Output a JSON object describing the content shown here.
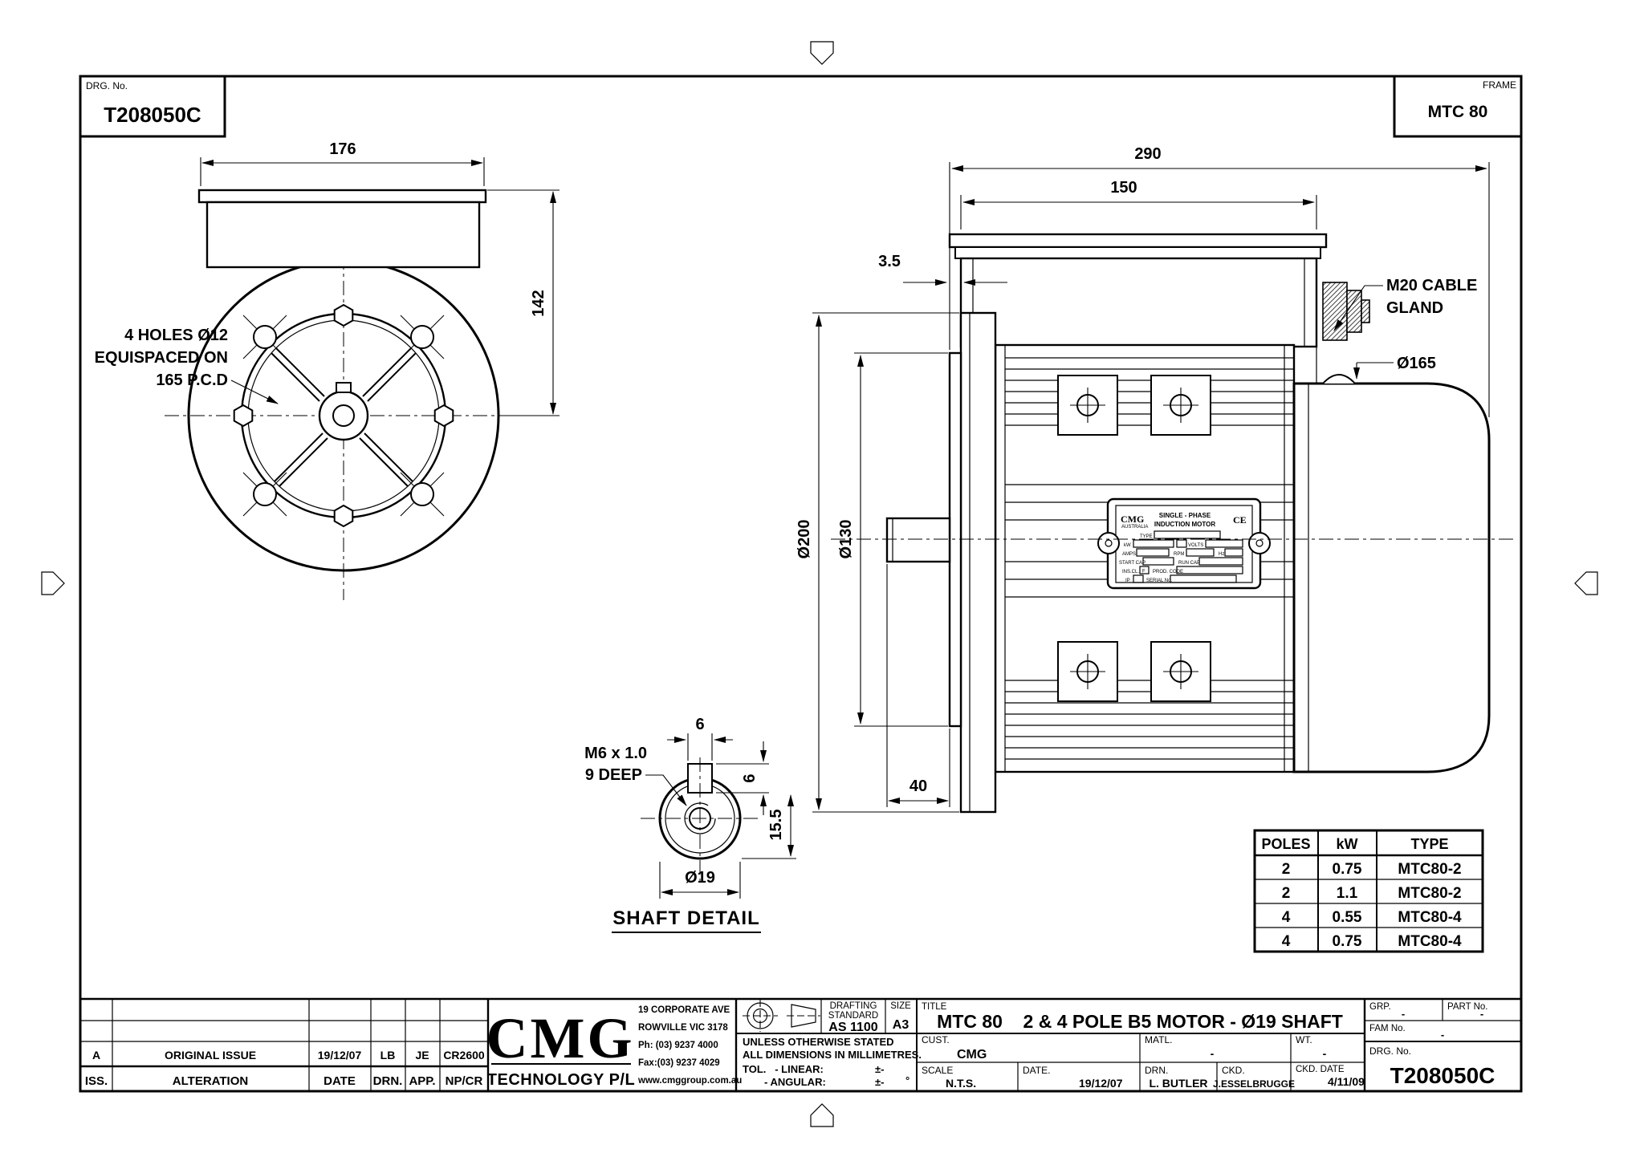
{
  "corner": {
    "drg_label": "DRG. No.",
    "drg_value": "T208050C",
    "frame_label": "FRAME",
    "frame_value": "MTC 80"
  },
  "front": {
    "dim_top": "176",
    "dim_side": "142",
    "note1": "4 HOLES Ø12",
    "note2": "EQUISPACED ON",
    "note3": "165 P.C.D"
  },
  "side": {
    "dim_overall": "290",
    "dim_box": "150",
    "dim_lip": "3.5",
    "dim_flange_od": "Ø200",
    "dim_spigot_od": "Ø130",
    "dim_shaft": "40",
    "dim_rear_od": "Ø165",
    "gland1": "M20 CABLE",
    "gland2": "GLAND"
  },
  "plate": {
    "brand": "CMG",
    "sub": "AUSTRALIA",
    "l1": "SINGLE - PHASE",
    "l2": "INDUCTION MOTOR",
    "ce": "CE",
    "type": "TYPE",
    "kw": "kW",
    "volts": "VOLTS",
    "amps": "AMPS",
    "rpm": "RPM",
    "hz": "Hz",
    "start": "START CAP",
    "run": "RUN CAP",
    "ins": "INS.CL.",
    "ins_v": "F",
    "prod": "PROD. CODE",
    "ip": "IP",
    "serial": "SERIAL No."
  },
  "shaft": {
    "title": "SHAFT DETAIL",
    "thread": "M6 x 1.0",
    "depth": "9 DEEP",
    "w": "6",
    "h": "6",
    "d155": "15.5",
    "dia": "Ø19"
  },
  "ratings": {
    "headers": [
      "POLES",
      "kW",
      "TYPE"
    ],
    "rows": [
      [
        "2",
        "0.75",
        "MTC80-2"
      ],
      [
        "2",
        "1.1",
        "MTC80-2"
      ],
      [
        "4",
        "0.55",
        "MTC80-4"
      ],
      [
        "4",
        "0.75",
        "MTC80-4"
      ]
    ]
  },
  "rev": {
    "iss_a": "A",
    "desc_a": "ORIGINAL ISSUE",
    "date_a": "19/12/07",
    "drn_a": "LB",
    "app_a": "JE",
    "np_a": "CR2600",
    "iss_h": "ISS.",
    "desc_h": "ALTERATION",
    "date_h": "DATE",
    "drn_h": "DRN.",
    "app_h": "APP.",
    "np_h": "NP/CR"
  },
  "company": {
    "name": "CMG",
    "sub": "TECHNOLOGY P/L",
    "addr1": "19 CORPORATE AVE",
    "addr2": "ROWVILLE VIC 3178",
    "addr3": "Ph: (03) 9237 4000",
    "addr4": "Fax:(03) 9237 4029",
    "addr5": "www.cmggroup.com.au"
  },
  "tb": {
    "drafting1": "DRAFTING",
    "drafting2": "STANDARD",
    "drafting3": "AS 1100",
    "size_l": "SIZE",
    "size_v": "A3",
    "notes1": "UNLESS OTHERWISE STATED",
    "notes2": "ALL DIMENSIONS IN MILLIMETRES.",
    "notes3": "TOL.   - LINEAR:",
    "notes3v": "±-",
    "notes4": "- ANGULAR:",
    "notes4v": "±-",
    "notes4u": "°",
    "title_l": "TITLE",
    "title_v": "MTC 80    2 & 4 POLE B5 MOTOR - Ø19 SHAFT",
    "cust_l": "CUST.",
    "cust_v": "CMG",
    "matl_l": "MATL.",
    "matl_v": "-",
    "wt_l": "WT.",
    "wt_v": "-",
    "scale_l": "SCALE",
    "scale_v": "N.T.S.",
    "date_l": "DATE.",
    "date_v": "19/12/07",
    "drn_l": "DRN.",
    "drn_v": "L. BUTLER",
    "ckd_l": "CKD.",
    "ckd_v": "J.ESSELBRUGGE",
    "ckdd_l": "CKD. DATE",
    "ckdd_v": "4/11/09",
    "grp_l": "GRP.",
    "grp_v": "-",
    "part_l": "PART No.",
    "part_v": "-",
    "fam_l": "FAM No.",
    "fam_v": "-",
    "drg_l": "DRG. No.",
    "drg_v": "T208050C"
  }
}
